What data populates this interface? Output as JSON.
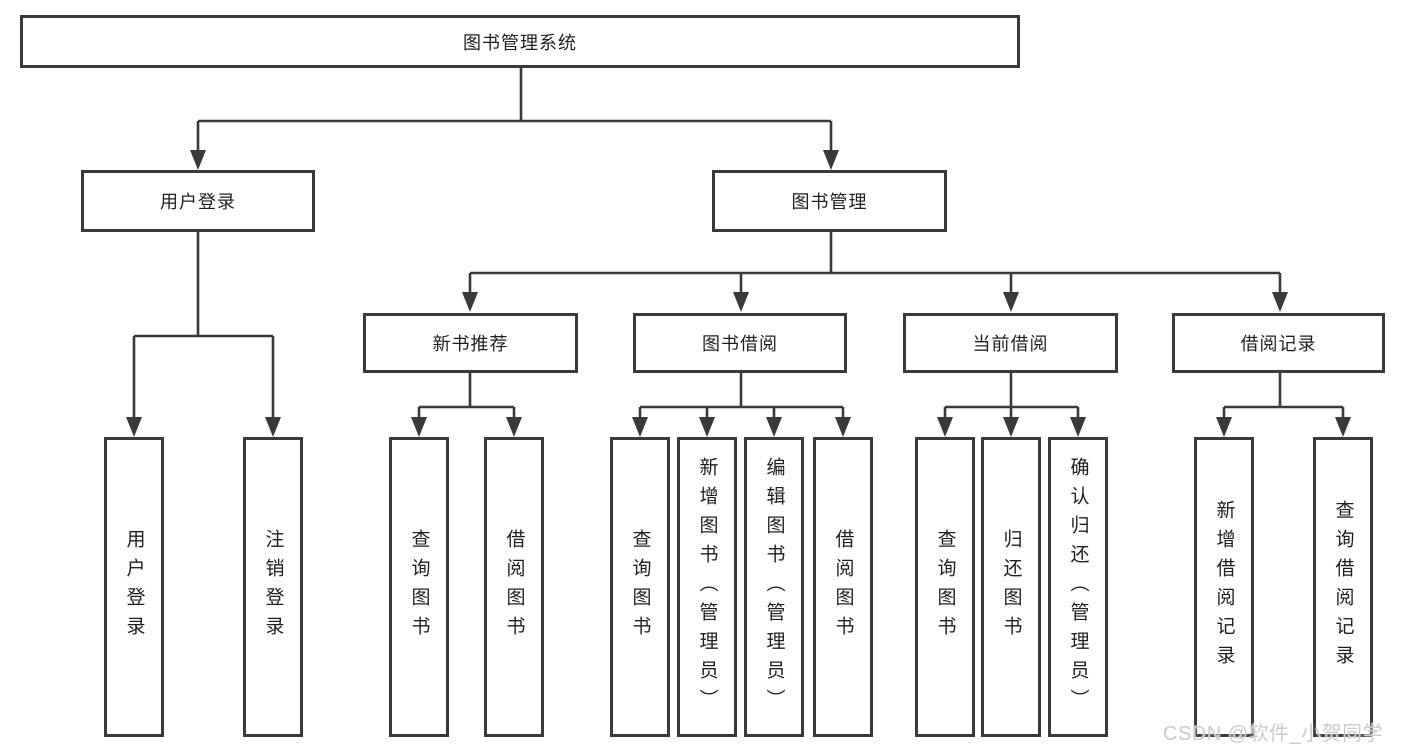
{
  "tree": {
    "label": "图书管理系统",
    "children": [
      {
        "label": "用户登录",
        "children": [
          {
            "label": "用户登录"
          },
          {
            "label": "注销登录"
          }
        ]
      },
      {
        "label": "图书管理",
        "children": [
          {
            "label": "新书推荐",
            "children": [
              {
                "label": "查询图书"
              },
              {
                "label": "借阅图书"
              }
            ]
          },
          {
            "label": "图书借阅",
            "children": [
              {
                "label": "查询图书"
              },
              {
                "label": "新增图书（管理员）"
              },
              {
                "label": "编辑图书（管理员）"
              },
              {
                "label": "借阅图书"
              }
            ]
          },
          {
            "label": "当前借阅",
            "children": [
              {
                "label": "查询图书"
              },
              {
                "label": "归还图书"
              },
              {
                "label": "确认归还（管理员）"
              }
            ]
          },
          {
            "label": "借阅记录",
            "children": [
              {
                "label": "新增借阅记录"
              },
              {
                "label": "查询借阅记录"
              }
            ]
          }
        ]
      }
    ]
  },
  "watermark": {
    "text": "CSDN @软件_小贺同学"
  },
  "colors": {
    "line": "#3a3a3a",
    "border": "#3a3a3a",
    "text": "#1f1f1f",
    "watermark": "#c9cbcd",
    "background": "#ffffff"
  }
}
